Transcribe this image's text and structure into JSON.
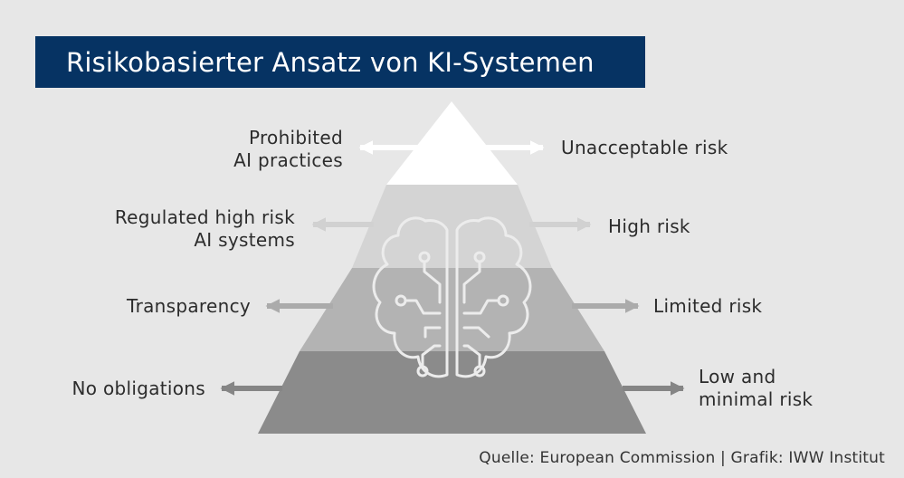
{
  "title": "Risikobasierter Ansatz von KI-Systemen",
  "levels": [
    {
      "left_lines": [
        "Prohibited",
        "AI practices"
      ],
      "right_lines": [
        "Unacceptable risk"
      ],
      "fill": "#ffffff",
      "arrow_color": "#ffffff"
    },
    {
      "left_lines": [
        "Regulated high risk",
        "AI systems"
      ],
      "right_lines": [
        "High risk"
      ],
      "fill": "#d4d4d4",
      "arrow_color": "#d1d1d1"
    },
    {
      "left_lines": [
        "Transparency"
      ],
      "right_lines": [
        "Limited risk"
      ],
      "fill": "#b3b3b3",
      "arrow_color": "#ababab"
    },
    {
      "left_lines": [
        "No obligations"
      ],
      "right_lines": [
        "Low and",
        "minimal risk"
      ],
      "fill": "#8b8b8b",
      "arrow_color": "#858585"
    }
  ],
  "icon": "brain-circuit-icon",
  "source": "Quelle: European Commission | Grafik: IWW Institut",
  "colors": {
    "title_bar": "#063363",
    "background": "#e7e7e7",
    "text": "#2c2c2c"
  }
}
